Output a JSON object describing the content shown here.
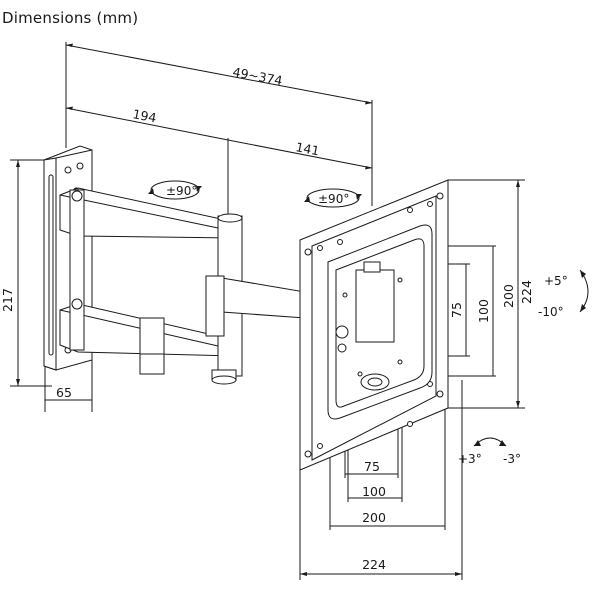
{
  "title": "Dimensions (mm)",
  "dimensions": {
    "reach": "49~374",
    "arm1": "194",
    "arm2": "141",
    "wall_height": "217",
    "wall_width": "65",
    "vesa_v_75": "75",
    "vesa_v_100": "100",
    "vesa_v_200": "200",
    "vesa_v_224": "224",
    "vesa_h_75": "75",
    "vesa_h_100": "100",
    "vesa_h_200": "200",
    "vesa_h_224": "224"
  },
  "angles": {
    "swivel_arm1": "±90°",
    "swivel_arm2": "±90°",
    "tilt_up": "+5°",
    "tilt_down": "-10°",
    "rotate_plus": "+3°",
    "rotate_minus": "-3°"
  },
  "colors": {
    "line": "#1a1a1a",
    "fill": "#ffffff"
  }
}
